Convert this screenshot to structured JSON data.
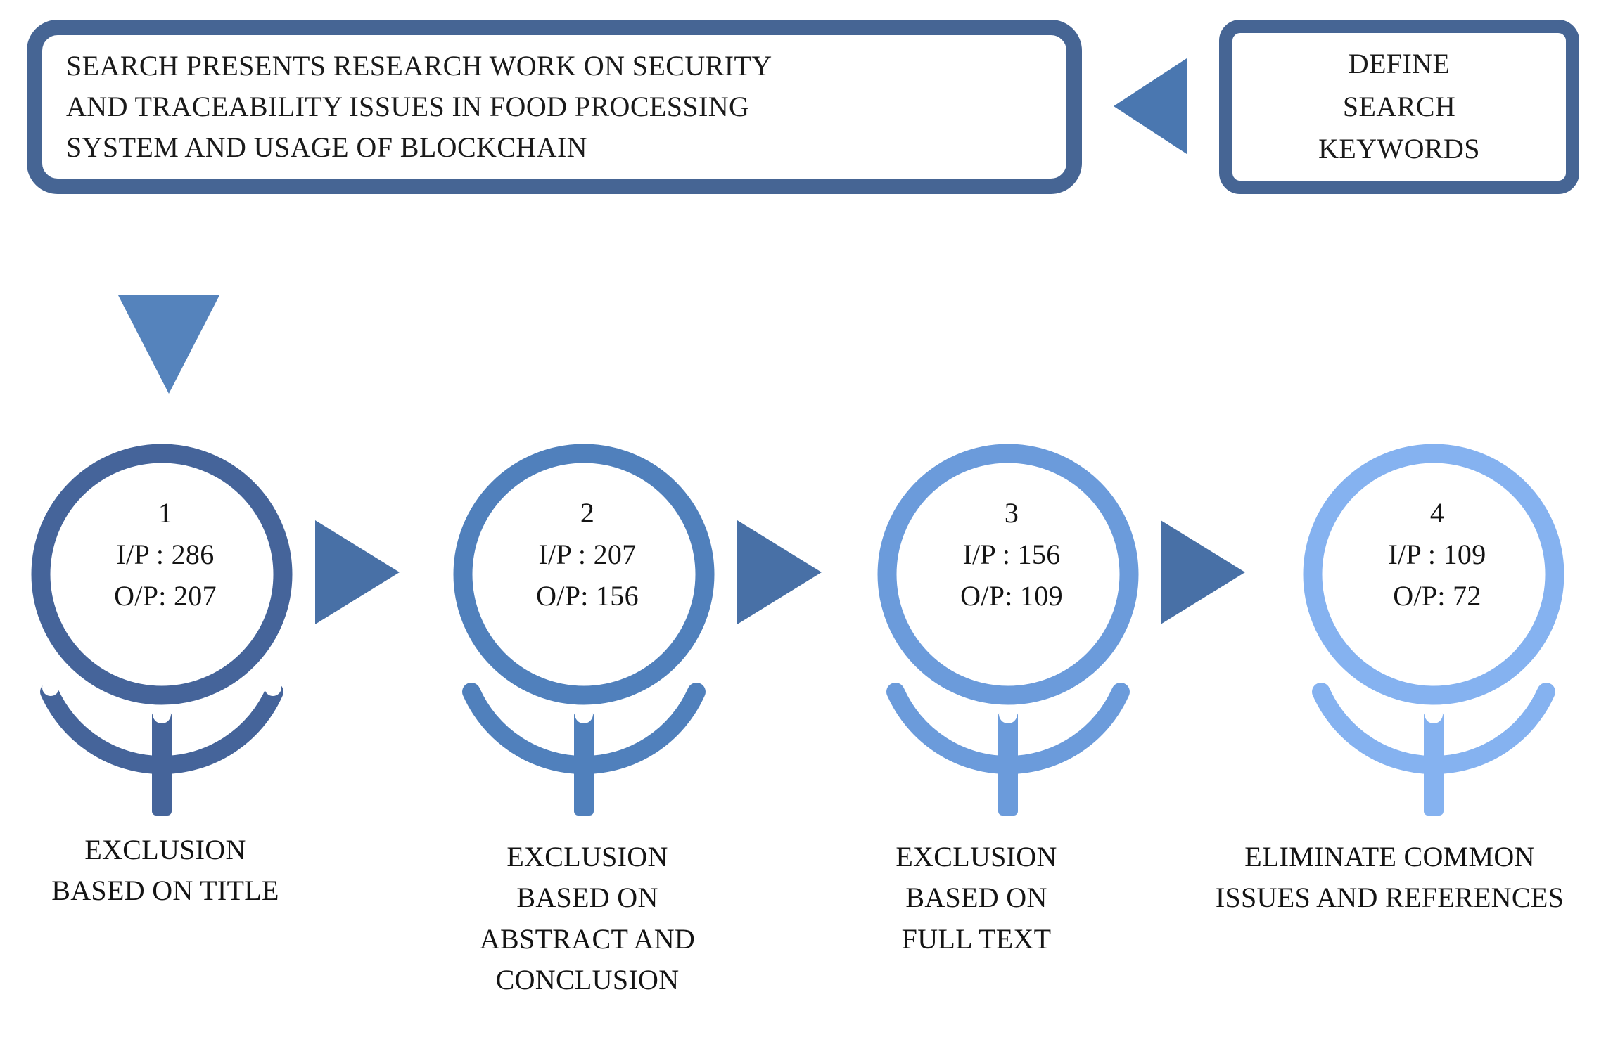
{
  "diagram": {
    "title_box": {
      "name": "search-statement-box",
      "lines": [
        "SEARCH PRESENTS RESEARCH WORK ON SECURITY",
        "AND TRACEABILITY ISSUES IN FOOD PROCESSING",
        "SYSTEM AND USAGE OF BLOCKCHAIN"
      ]
    },
    "keywords_box": {
      "name": "define-search-keywords-box",
      "lines": [
        "DEFINE",
        "SEARCH",
        "KEYWORDS"
      ]
    },
    "colors": {
      "box_border": "#466594",
      "arrow_left": "#4A77B0",
      "arrow_down": "#5583BC",
      "arrow_right": "#4870A6",
      "stage1": "#45649A",
      "stage2": "#5080BC",
      "stage3": "#6B9BDB",
      "stage4": "#85B2F0",
      "text": "#141414",
      "background": "#FFFFFF"
    },
    "stages": [
      {
        "number": "1",
        "input_label": "I/P : 286",
        "output_label": "O/P: 207",
        "input_value": 286,
        "output_value": 207,
        "color": "#45649A",
        "caption_lines": [
          "EXCLUSION",
          "BASED ON TITLE"
        ]
      },
      {
        "number": "2",
        "input_label": "I/P : 207",
        "output_label": "O/P: 156",
        "input_value": 207,
        "output_value": 156,
        "color": "#5080BC",
        "caption_lines": [
          "EXCLUSION",
          "BASED ON",
          "ABSTRACT AND",
          "CONCLUSION"
        ]
      },
      {
        "number": "3",
        "input_label": "I/P : 156",
        "output_label": "O/P: 109",
        "input_value": 156,
        "output_value": 109,
        "color": "#6B9BDB",
        "caption_lines": [
          "EXCLUSION",
          "BASED ON",
          "FULL TEXT"
        ]
      },
      {
        "number": "4",
        "input_label": "I/P : 109",
        "output_label": "O/P: 72",
        "input_value": 109,
        "output_value": 72,
        "color": "#85B2F0",
        "caption_lines": [
          "ELIMINATE COMMON",
          "ISSUES AND REFERENCES"
        ]
      }
    ]
  }
}
